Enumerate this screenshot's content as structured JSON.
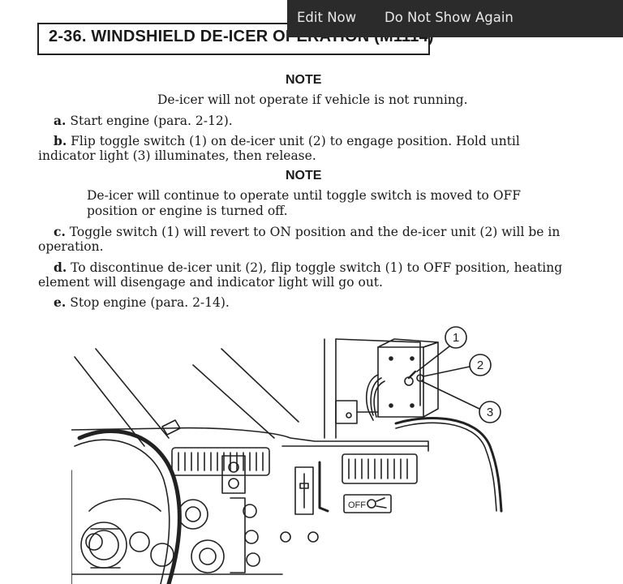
{
  "toast": {
    "edit_now": "Edit Now",
    "do_not_show": "Do Not Show Again"
  },
  "section": {
    "title": "2-36.  WINDSHIELD DE-ICER OPERATION (M1114)"
  },
  "note1": {
    "heading": "NOTE",
    "text": "De-icer will not operate if vehicle is not running."
  },
  "steps": [
    {
      "letter": "a.",
      "lines": [
        "Start engine (para. 2-12)."
      ]
    },
    {
      "letter": "b.",
      "lines": [
        "Flip toggle switch (1) on de-icer unit (2) to engage position. Hold until",
        "indicator light (3) illuminates, then release."
      ]
    },
    {
      "letter": "c.",
      "lines": [
        "Toggle switch (1) will revert to ON position and the de-icer unit (2) will be in",
        "operation."
      ]
    },
    {
      "letter": "d.",
      "lines": [
        "To discontinue de-icer unit (2), flip toggle switch (1) to OFF position, heating",
        "element will disengage and indicator light will go out."
      ]
    },
    {
      "letter": "e.",
      "lines": [
        "Stop engine (para. 2-14)."
      ]
    }
  ],
  "note2": {
    "heading": "NOTE",
    "lines": [
      "De-icer will continue to operate until toggle switch is moved to OFF",
      "position or engine is turned off."
    ]
  },
  "illustration": {
    "callouts": [
      "1",
      "2",
      "3"
    ],
    "switch_label": "OFF"
  }
}
